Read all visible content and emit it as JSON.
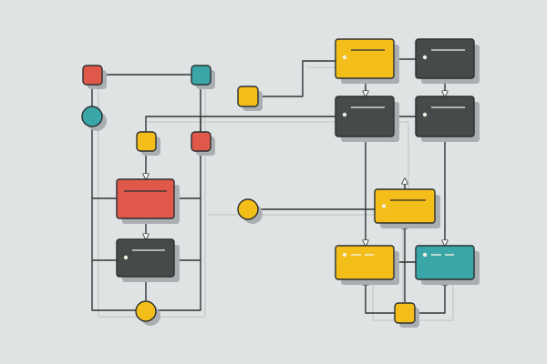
{
  "diagram": {
    "background": "#dfe3e4",
    "colors": {
      "line": "#2f3435",
      "line_light": "#c9cecf",
      "shadow": "#a9aeb0",
      "outline": "#2b2f30",
      "red": "#e0584a",
      "teal": "#3aa6a7",
      "yellow": "#f4be1a",
      "dark": "#464b49",
      "indicator": "#f4f1e4"
    },
    "blocks": [
      {
        "id": "block-red-main",
        "color": "red",
        "icon": "bar-lines"
      },
      {
        "id": "block-dark-left",
        "color": "dark",
        "icon": "dot-lines"
      },
      {
        "id": "block-yellow-top",
        "color": "yellow",
        "icon": "dot-lines"
      },
      {
        "id": "block-dark-top-right",
        "color": "dark",
        "icon": "dot-lines"
      },
      {
        "id": "block-dark-mid",
        "color": "dark",
        "icon": "dot-lines"
      },
      {
        "id": "block-dark-mid-right",
        "color": "dark",
        "icon": "dot-lines"
      },
      {
        "id": "block-yellow-center",
        "color": "yellow",
        "icon": "dot-lines"
      },
      {
        "id": "block-yellow-bottom",
        "color": "yellow",
        "icon": "dot-dashes"
      },
      {
        "id": "block-teal-bottom",
        "color": "teal",
        "icon": "dot-dashes"
      }
    ],
    "nodes": [
      {
        "id": "node-red-top-left",
        "shape": "square",
        "color": "red"
      },
      {
        "id": "node-teal-top",
        "shape": "square",
        "color": "teal"
      },
      {
        "id": "node-teal-circle",
        "shape": "circle",
        "color": "teal"
      },
      {
        "id": "node-yellow-small",
        "shape": "square",
        "color": "yellow"
      },
      {
        "id": "node-red-small",
        "shape": "square",
        "color": "red"
      },
      {
        "id": "node-yellow-upper",
        "shape": "square",
        "color": "yellow"
      },
      {
        "id": "node-yellow-circle-mid",
        "shape": "circle",
        "color": "yellow"
      },
      {
        "id": "node-yellow-circle-bottom",
        "shape": "circle",
        "color": "yellow"
      },
      {
        "id": "node-yellow-bottom-right",
        "shape": "square",
        "color": "yellow"
      }
    ]
  }
}
